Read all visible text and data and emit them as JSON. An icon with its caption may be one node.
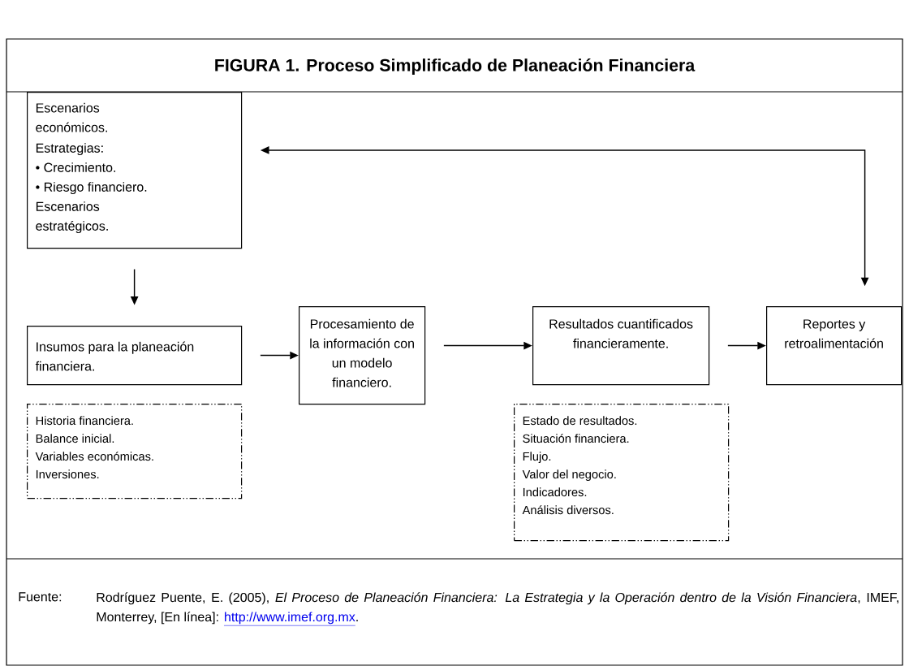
{
  "diagram": {
    "title": "FIGURA 1. Proceso Simplificado de Planeación Financiera",
    "caption": "Rodríguez Puente, E. (2005), *El Proceso de Planeación Financiera: La Estrategia y la Operación dentro de la Visión Financiera*, IMEF, Monterrey, [En línea]:",
    "nodes": [
      {
        "text": [
          "Escenarios económicos.",
          "Estrategias:",
          "• Crecimiento.",
          "• Riesgo financiero.",
          "Escenarios estratégicos."
        ]
      },
      {
        "text": [
          "Insumos para la planeación financiera."
        ]
      },
      {
        "text": [
          "Procesamiento de la información con un modelo financiero."
        ]
      },
      {
        "text": [
          "Resultados cuantificados financieramente."
        ]
      },
      {
        "text": [
          "Reportes y retroalimentación"
        ]
      },
      {
        "text": [
          "Historia financiera.",
          "Balance inicial.",
          "Variables económicas.",
          "Inversiones."
        ]
      },
      {
        "text": [
          "Estado de resultados.",
          "Situación financiera.",
          "Flujo.",
          "Valor del negocio.",
          "Indicadores.",
          "Análisis diversos."
        ]
      }
    ],
    "edges": [
      {
        "from": 0,
        "to": 1,
        "arrow": "to"
      },
      {
        "from": 1,
        "to": 2,
        "arrow": "to"
      },
      {
        "from": 2,
        "to": 3,
        "arrow": "to"
      },
      {
        "from": 3,
        "to": 4,
        "arrow": "to"
      },
      {
        "from": 4,
        "to": 0,
        "arrow": "both"
      }
    ],
    "labels": [
      "Fuente:",
      "http://www.imef.org.mx",
      "."
    ]
  }
}
